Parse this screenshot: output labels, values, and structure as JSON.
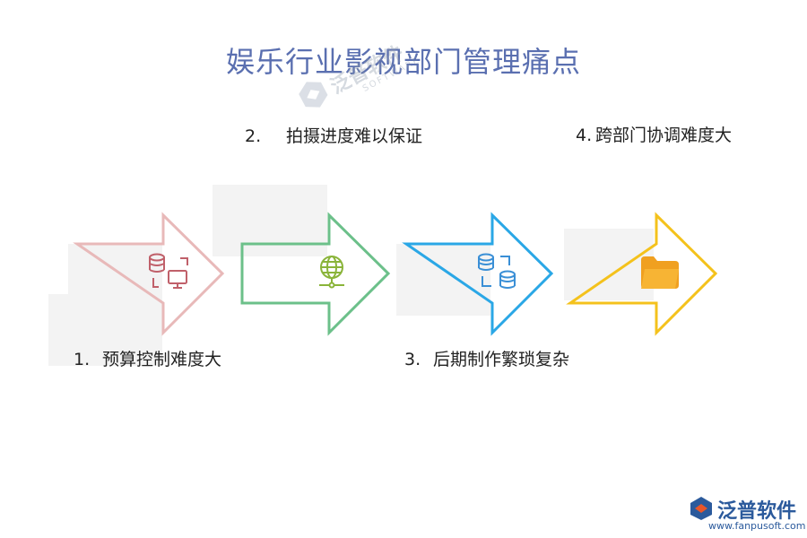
{
  "title": "娱乐行业影视部门管理痛点",
  "colors": {
    "title": "#5a6fb0",
    "step1": "#e8b9b9",
    "step2": "#6cc08a",
    "step3": "#2aa7e6",
    "step4": "#f4c21c"
  },
  "steps": [
    {
      "num": "1.",
      "text": "预算控制难度大",
      "icon": "database-monitor-icon"
    },
    {
      "num": "2.",
      "text": "拍摄进度难以保证",
      "icon": "globe-network-icon"
    },
    {
      "num": "3.",
      "text": "后期制作繁琐复杂",
      "icon": "database-sync-icon"
    },
    {
      "num": "4.",
      "text": "跨部门协调难度大",
      "icon": "folder-icon"
    }
  ],
  "watermark": {
    "text": "泛普软件",
    "sub": "SOFTWARE"
  },
  "logo": {
    "name": "泛普软件",
    "url": "www.fanpusoft.com"
  }
}
